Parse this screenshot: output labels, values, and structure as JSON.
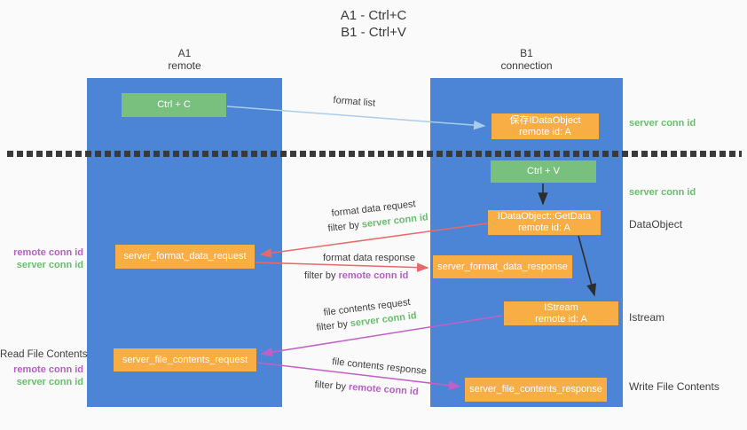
{
  "page": {
    "title_line1": "A1 - Ctrl+C",
    "title_line2": "B1 - Ctrl+V"
  },
  "lanes": {
    "left": {
      "title": "A1",
      "subtitle": "remote"
    },
    "right": {
      "title": "B1",
      "subtitle": "connection"
    }
  },
  "nodes": {
    "ctrl_c": {
      "label": "Ctrl + C"
    },
    "ctrl_v": {
      "label": "Ctrl + V"
    },
    "save_idataobject": {
      "line1": "保存IDataObject",
      "line2": "remote id: A"
    },
    "idataobject_getdata": {
      "line1": "IDataObject::GetData",
      "line2": "remote id: A"
    },
    "istream": {
      "line1": "IStream",
      "line2": "remote id: A"
    },
    "server_format_data_request": {
      "label": "server_format_data_request"
    },
    "server_format_data_response": {
      "label": "server_format_data_response"
    },
    "server_file_contents_request": {
      "label": "server_file_contents_request"
    },
    "server_file_contents_response": {
      "label": "server_file_contents_response"
    }
  },
  "flow_labels": {
    "format_list": "format list",
    "format_data_request": "format data request",
    "format_data_response": "format data response",
    "file_contents_request": "file contents request",
    "file_contents_response": "file contents response",
    "filter_by": "filter by",
    "server_conn_id": "server conn id",
    "remote_conn_id": "remote conn id"
  },
  "side_labels": {
    "read_file_contents": "Read File Contents",
    "write_file_contents": "Write File Contents",
    "dataobject": "DataObject",
    "istream": "Istream",
    "server_conn_id": "server conn id",
    "remote_conn_id": "remote conn id"
  },
  "colors": {
    "lane_blue": "#4d85d6",
    "node_green": "#79c07f",
    "node_orange": "#f8ae44",
    "arrow_light_blue": "#a9cdec",
    "arrow_red": "#e66a6a",
    "arrow_purple": "#c45fc6",
    "arrow_black": "#2d2d2d",
    "text_green": "#68be6e",
    "text_purple": "#b55fc5",
    "text_dark": "#3d3d3d",
    "divider_dark": "#3a3a3a",
    "background": "#fafafa"
  }
}
